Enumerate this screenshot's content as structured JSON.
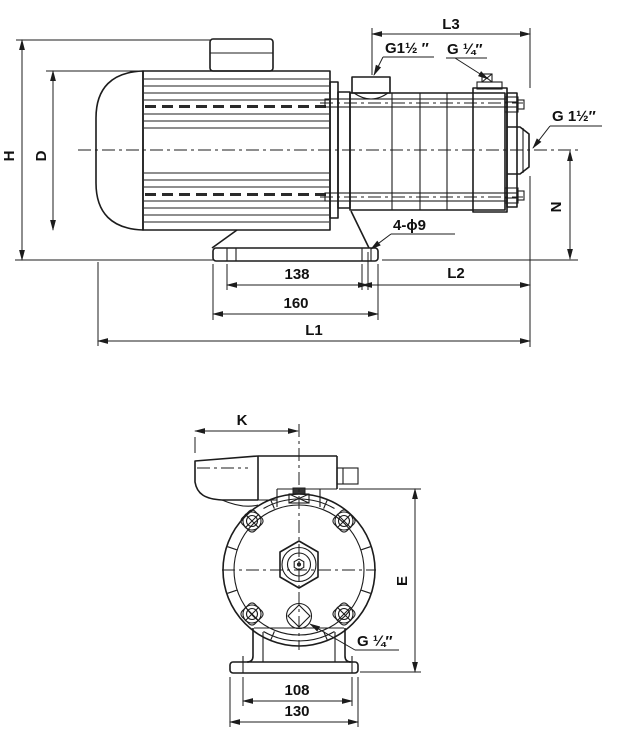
{
  "side": {
    "h": "H",
    "d": "D",
    "l1": "L1",
    "l2": "L2",
    "l3": "L3",
    "n": "N",
    "hole_pitch": "138",
    "base_len": "160",
    "holes": "4-ϕ9",
    "suction": "G1½ ″",
    "vent": "G ¼″",
    "discharge": "G 1½″"
  },
  "front": {
    "k": "K",
    "e": "E",
    "pitch": "108",
    "width": "130",
    "drain": "G ¼″"
  },
  "colors": {
    "line": "#1c1c1c",
    "background": "#ffffff"
  }
}
